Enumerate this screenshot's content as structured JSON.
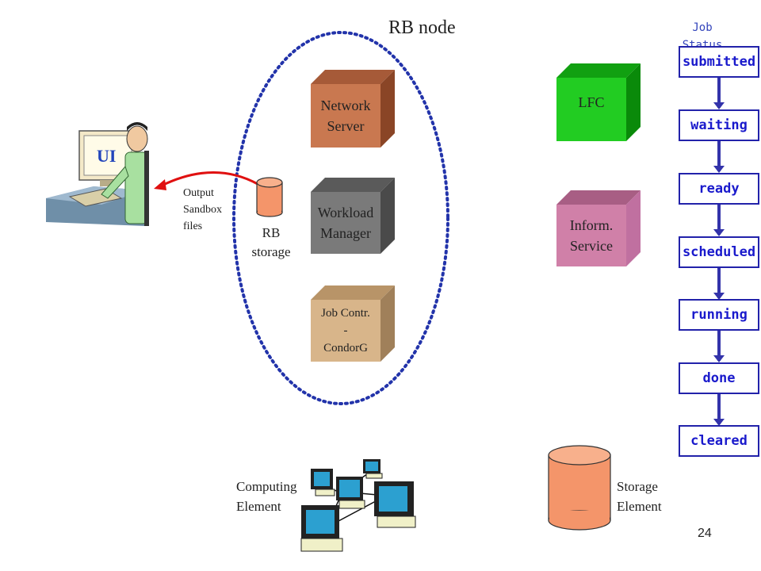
{
  "title": "RB node",
  "ui_label": "UI",
  "output_sandbox_label": [
    "Output",
    "Sandbox",
    "files"
  ],
  "rb_storage_label": [
    "RB",
    "storage"
  ],
  "rb_components": {
    "network_server": [
      "Network",
      "Server"
    ],
    "workload_manager": [
      "Workload",
      "Manager"
    ],
    "job_controller": [
      "Job Contr.",
      "-",
      "CondorG"
    ]
  },
  "lfc_label": "LFC",
  "inform_service_label": [
    "Inform.",
    "Service"
  ],
  "computing_element_label": [
    "Computing",
    "Element"
  ],
  "storage_element_label": [
    "Storage",
    "Element"
  ],
  "job_status": {
    "title": "Job Status",
    "states": [
      "submitted",
      "waiting",
      "ready",
      "scheduled",
      "running",
      "done",
      "cleared"
    ]
  },
  "page_number": "24",
  "colors": {
    "network_server": "#c97850",
    "workload_manager": "#7a7a7a",
    "job_controller": "#d8b58a",
    "lfc": "#22cc22",
    "inform_service": "#d080a8",
    "storage": "#f4956a",
    "status_border": "#2222aa",
    "status_text": "#1a1acc",
    "ellipse": "#2233aa",
    "arrow": "#e01010"
  }
}
